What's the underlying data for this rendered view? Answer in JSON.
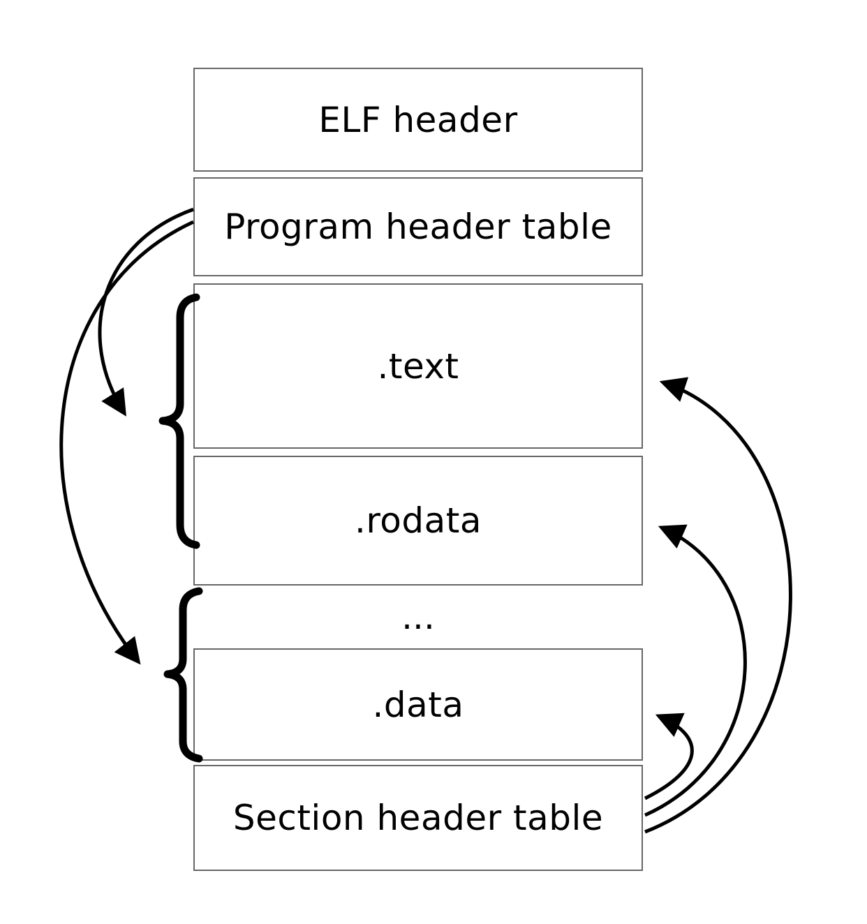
{
  "diagram": {
    "boxes": {
      "elf_header": "ELF header",
      "program_header_table": "Program header table",
      "text_section": ".text",
      "rodata_section": ".rodata",
      "data_section": ".data",
      "section_header_table": "Section header table"
    },
    "ellipsis": "...",
    "colors": {
      "background": "#ffffff",
      "border": "#666666",
      "text": "#000000",
      "arrow": "#000000"
    }
  }
}
